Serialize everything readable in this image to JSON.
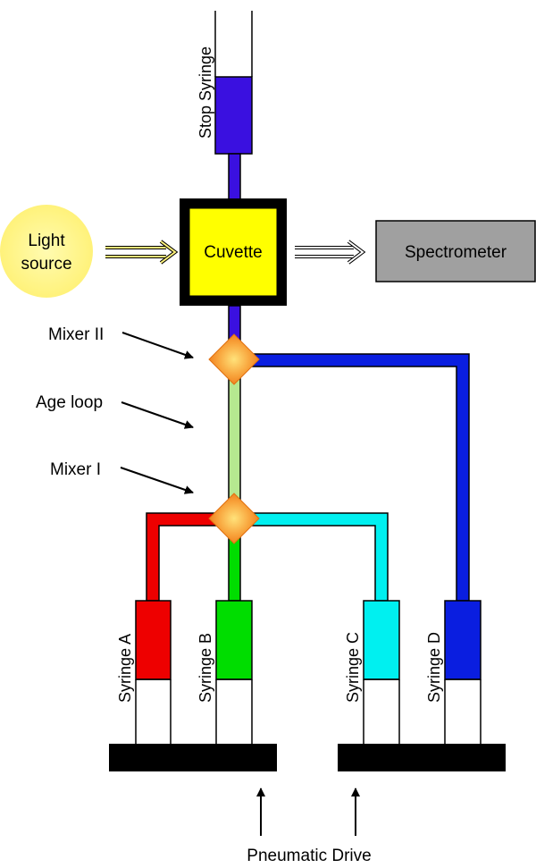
{
  "labels": {
    "stop_syringe": "Stop Syringe",
    "light_source_line1": "Light",
    "light_source_line2": "source",
    "cuvette": "Cuvette",
    "spectrometer": "Spectrometer",
    "mixer_2": "Mixer II",
    "age_loop": "Age loop",
    "mixer_1": "Mixer I",
    "syringe_a": "Syringe A",
    "syringe_b": "Syringe B",
    "syringe_c": "Syringe C",
    "syringe_d": "Syringe D",
    "pneumatic_drive": "Pneumatic Drive"
  },
  "colors": {
    "stop_syringe": "#3a10e0",
    "syringe_a": "#ee0000",
    "syringe_b": "#00dd00",
    "syringe_c": "#00f0f0",
    "syringe_d": "#0a1ee0",
    "age_loop": "#b6e890",
    "cuvette_fill": "#ffff00",
    "light_source": "#fff27a",
    "spectrometer": "#a0a0a0",
    "mixer": "#f59a2a"
  }
}
